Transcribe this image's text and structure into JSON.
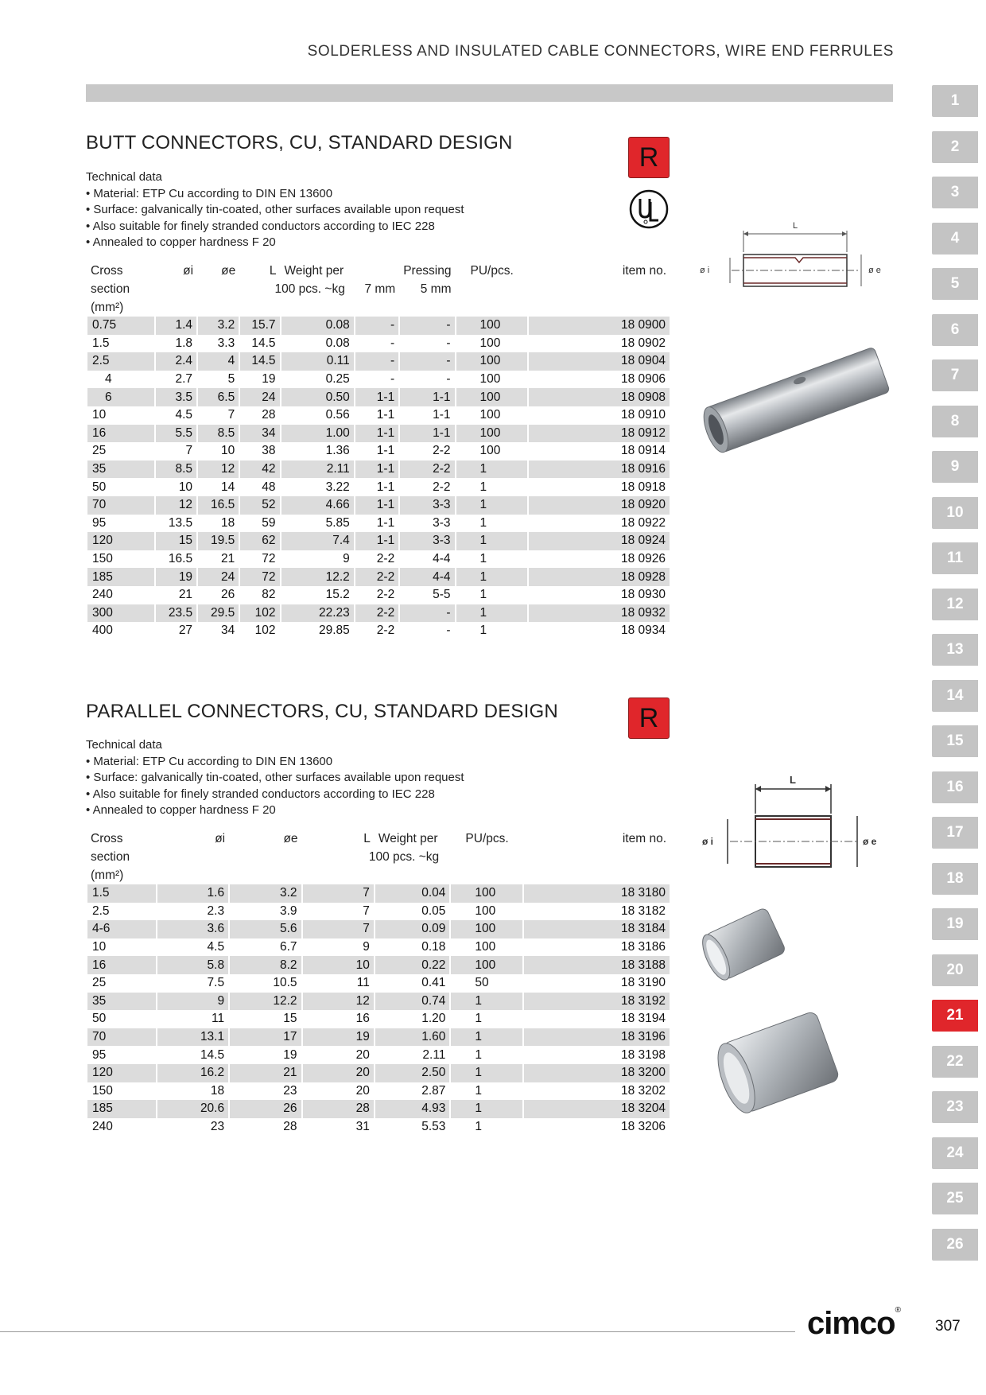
{
  "header": {
    "title": "SOLDERLESS AND INSULATED CABLE CONNECTORS, WIRE END FERRULES"
  },
  "butt": {
    "title": "BUTT CONNECTORS, CU, STANDARD DESIGN",
    "badge": "R",
    "tech": [
      "Technical data",
      "• Material: ETP Cu according to DIN EN 13600",
      "• Surface: galvanically tin-coated, other surfaces available upon request",
      "• Also suitable for finely stranded conductors according to IEC 228",
      "• Annealed to copper hardness F 20"
    ],
    "headers": {
      "cross1": "Cross",
      "cross2": "section",
      "cross3": "(mm²)",
      "di": "øi",
      "de": "øe",
      "l": "L",
      "weight1": "Weight per",
      "weight2": "100 pcs. ~kg",
      "pressing1": "Pressing",
      "p7": "7 mm",
      "p5": "5 mm",
      "pu": "PU/pcs.",
      "item": "item no."
    },
    "rows": [
      [
        "0.75",
        "1.4",
        "3.2",
        "15.7",
        "0.08",
        "-",
        "-",
        "100",
        "18 0900"
      ],
      [
        "1.5",
        "1.8",
        "3.3",
        "14.5",
        "0.08",
        "-",
        "-",
        "100",
        "18 0902"
      ],
      [
        "2.5",
        "2.4",
        "4",
        "14.5",
        "0.11",
        "-",
        "-",
        "100",
        "18 0904"
      ],
      [
        "4",
        "2.7",
        "5",
        "19",
        "0.25",
        "-",
        "-",
        "100",
        "18 0906"
      ],
      [
        "6",
        "3.5",
        "6.5",
        "24",
        "0.50",
        "1-1",
        "1-1",
        "100",
        "18 0908"
      ],
      [
        "10",
        "4.5",
        "7",
        "28",
        "0.56",
        "1-1",
        "1-1",
        "100",
        "18 0910"
      ],
      [
        "16",
        "5.5",
        "8.5",
        "34",
        "1.00",
        "1-1",
        "1-1",
        "100",
        "18 0912"
      ],
      [
        "25",
        "7",
        "10",
        "38",
        "1.36",
        "1-1",
        "2-2",
        "100",
        "18 0914"
      ],
      [
        "35",
        "8.5",
        "12",
        "42",
        "2.11",
        "1-1",
        "2-2",
        "1",
        "18 0916"
      ],
      [
        "50",
        "10",
        "14",
        "48",
        "3.22",
        "1-1",
        "2-2",
        "1",
        "18 0918"
      ],
      [
        "70",
        "12",
        "16.5",
        "52",
        "4.66",
        "1-1",
        "3-3",
        "1",
        "18 0920"
      ],
      [
        "95",
        "13.5",
        "18",
        "59",
        "5.85",
        "1-1",
        "3-3",
        "1",
        "18 0922"
      ],
      [
        "120",
        "15",
        "19.5",
        "62",
        "7.4",
        "1-1",
        "3-3",
        "1",
        "18 0924"
      ],
      [
        "150",
        "16.5",
        "21",
        "72",
        "9",
        "2-2",
        "4-4",
        "1",
        "18 0926"
      ],
      [
        "185",
        "19",
        "24",
        "72",
        "12.2",
        "2-2",
        "4-4",
        "1",
        "18 0928"
      ],
      [
        "240",
        "21",
        "26",
        "82",
        "15.2",
        "2-2",
        "5-5",
        "1",
        "18 0930"
      ],
      [
        "300",
        "23.5",
        "29.5",
        "102",
        "22.23",
        "2-2",
        "-",
        "1",
        "18 0932"
      ],
      [
        "400",
        "27",
        "34",
        "102",
        "29.85",
        "2-2",
        "-",
        "1",
        "18 0934"
      ]
    ],
    "drawing": {
      "l": "L",
      "di": "ø i",
      "de": "ø e"
    }
  },
  "parallel": {
    "title": "PARALLEL CONNECTORS, CU, STANDARD DESIGN",
    "badge": "R",
    "tech": [
      "Technical data",
      "• Material: ETP Cu according to DIN EN 13600",
      "• Surface: galvanically tin-coated, other surfaces available upon request",
      "• Also suitable for finely stranded conductors according to IEC 228",
      "• Annealed to copper hardness F 20"
    ],
    "headers": {
      "cross1": "Cross",
      "cross2": "section",
      "cross3": "(mm²)",
      "di": "øi",
      "de": "øe",
      "l": "L",
      "weight1": "Weight per",
      "weight2": "100 pcs. ~kg",
      "pu": "PU/pcs.",
      "item": "item no."
    },
    "rows": [
      [
        "1.5",
        "1.6",
        "3.2",
        "7",
        "0.04",
        "100",
        "18 3180"
      ],
      [
        "2.5",
        "2.3",
        "3.9",
        "7",
        "0.05",
        "100",
        "18 3182"
      ],
      [
        "4-6",
        "3.6",
        "5.6",
        "7",
        "0.09",
        "100",
        "18 3184"
      ],
      [
        "10",
        "4.5",
        "6.7",
        "9",
        "0.18",
        "100",
        "18 3186"
      ],
      [
        "16",
        "5.8",
        "8.2",
        "10",
        "0.22",
        "100",
        "18 3188"
      ],
      [
        "25",
        "7.5",
        "10.5",
        "11",
        "0.41",
        "50",
        "18 3190"
      ],
      [
        "35",
        "9",
        "12.2",
        "12",
        "0.74",
        "1",
        "18 3192"
      ],
      [
        "50",
        "11",
        "15",
        "16",
        "1.20",
        "1",
        "18 3194"
      ],
      [
        "70",
        "13.1",
        "17",
        "19",
        "1.60",
        "1",
        "18 3196"
      ],
      [
        "95",
        "14.5",
        "19",
        "20",
        "2.11",
        "1",
        "18 3198"
      ],
      [
        "120",
        "16.2",
        "21",
        "20",
        "2.50",
        "1",
        "18 3200"
      ],
      [
        "150",
        "18",
        "23",
        "20",
        "2.87",
        "1",
        "18 3202"
      ],
      [
        "185",
        "20.6",
        "26",
        "28",
        "4.93",
        "1",
        "18 3204"
      ],
      [
        "240",
        "23",
        "28",
        "31",
        "5.53",
        "1",
        "18 3206"
      ]
    ],
    "drawing": {
      "l": "L",
      "di": "ø i",
      "de": "ø e"
    }
  },
  "tabs": [
    "1",
    "2",
    "3",
    "4",
    "5",
    "6",
    "7",
    "8",
    "9",
    "10",
    "11",
    "12",
    "13",
    "14",
    "15",
    "16",
    "17",
    "18",
    "19",
    "20",
    "21",
    "22",
    "23",
    "24",
    "25",
    "26"
  ],
  "active_tab": "21",
  "colors": {
    "accent": "#e0262b",
    "tab": "#c4c4c4",
    "row_shade": "#dcdcdc"
  },
  "footer": {
    "logo": "cimco",
    "page": "307"
  }
}
